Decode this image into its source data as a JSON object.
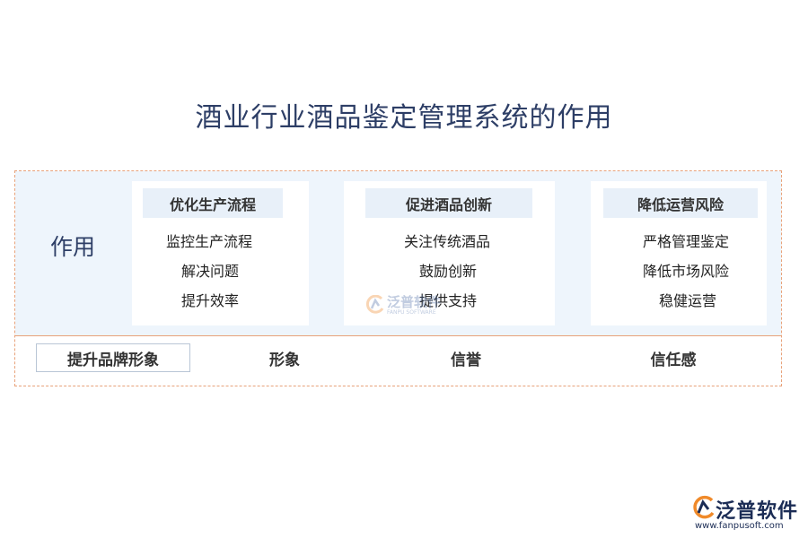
{
  "title": "酒业行业酒品鉴定管理系统的作用",
  "side_label": "作用",
  "cards": [
    {
      "heading": "优化生产流程",
      "items": [
        "监控生产流程",
        "解决问题",
        "提升效率"
      ]
    },
    {
      "heading": "促进酒品创新",
      "items": [
        "关注传统酒品",
        "鼓励创新",
        "提供支持"
      ]
    },
    {
      "heading": "降低运营风险",
      "items": [
        "严格管理鉴定",
        "降低市场风险",
        "稳健运营"
      ]
    }
  ],
  "bottom": [
    "提升品牌形象",
    "形象",
    "信誉",
    "信任感"
  ],
  "watermark": {
    "name": "泛普软件",
    "sub": "FANPU SOFTWARE"
  },
  "logo": {
    "name": "泛普软件",
    "url": "www.fanpusoft.com"
  },
  "colors": {
    "title": "#2d3e66",
    "dashed_border": "#e8a27a",
    "panel_bg": "#eef5fc",
    "header_bg": "#e8f0f9",
    "logo_orange": "#f08a2a",
    "logo_navy": "#1b2c55"
  }
}
